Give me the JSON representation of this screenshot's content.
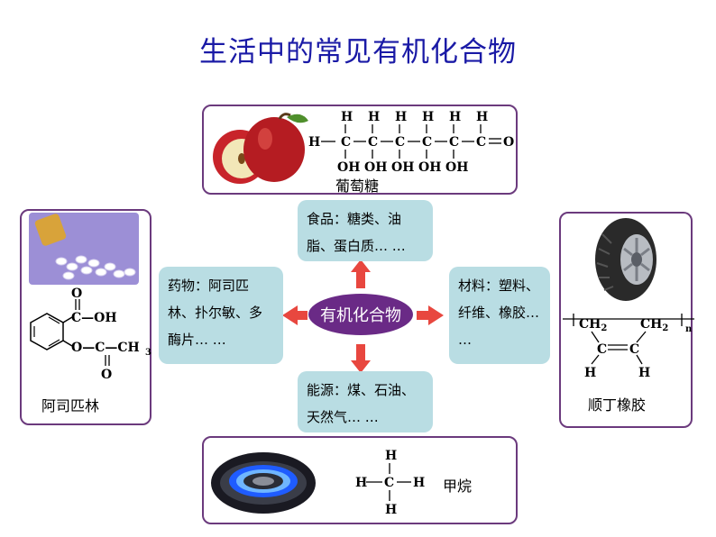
{
  "title": "生活中的常见有机化合物",
  "center": {
    "label": "有机化合物"
  },
  "categories": {
    "food": "食品：糖类、油脂、蛋白质… …",
    "medicine": "药物：阿司匹林、扑尔敏、多酶片… …",
    "materials": "材料：塑料、纤维、橡胶… …",
    "energy": "能源：煤、石油、天然气… …"
  },
  "examples": {
    "glucose": "葡萄糖",
    "aspirin": "阿司匹林",
    "rubber": "顺丁橡胶",
    "methane": "甲烷"
  },
  "formulas": {
    "H": "H",
    "C": "C",
    "O": "O",
    "OH": "OH",
    "COOH_label": "C—OH",
    "OC_label": "O—C—CH",
    "CH2": "CH",
    "sub2": "2",
    "subn": "n"
  },
  "colors": {
    "title": "#1a1aa6",
    "frame": "#6b3a7d",
    "teal": "#b9dde3",
    "center": "#6a2a86",
    "arrow": "#e8473f"
  }
}
